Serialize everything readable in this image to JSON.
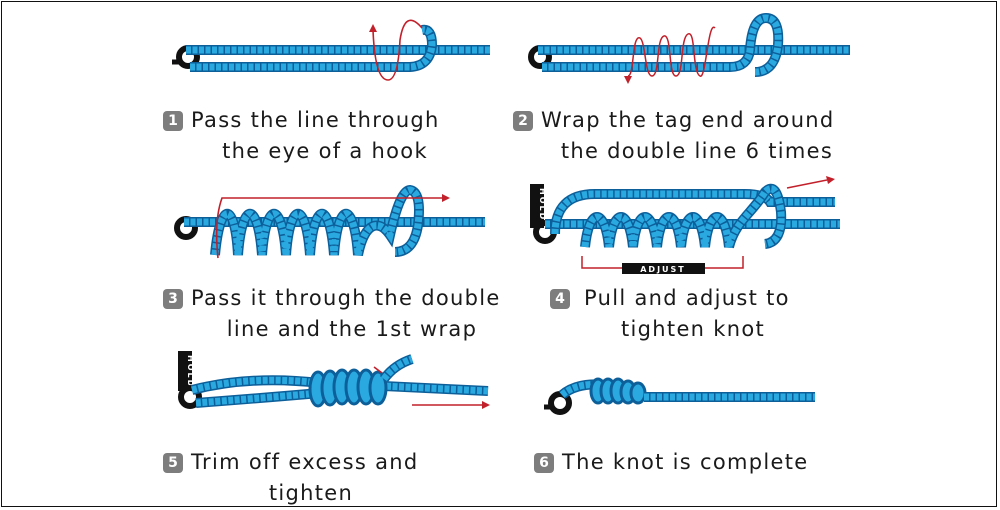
{
  "steps": [
    {
      "number": "1",
      "lines": [
        "Pass the line through",
        "the eye of a hook"
      ]
    },
    {
      "number": "2",
      "lines": [
        "Wrap the tag end around",
        "the double line 6 times"
      ]
    },
    {
      "number": "3",
      "lines": [
        "Pass it through the double",
        "line and the 1st wrap"
      ]
    },
    {
      "number": "4",
      "lines": [
        "Pull and adjust to",
        "tighten knot"
      ]
    },
    {
      "number": "5",
      "lines": [
        "Trim off excess and",
        "tighten"
      ]
    },
    {
      "number": "6",
      "lines": [
        "The knot is complete"
      ]
    }
  ],
  "tags": {
    "hold": "HOLD",
    "adjust": "ADJUST"
  },
  "colors": {
    "line": "#29a9e0",
    "line_dark": "#0d5f9a",
    "arrow": "#c2202a",
    "eye": "#111111",
    "tag_bg": "#111111",
    "badge": "#7d7d7d"
  }
}
